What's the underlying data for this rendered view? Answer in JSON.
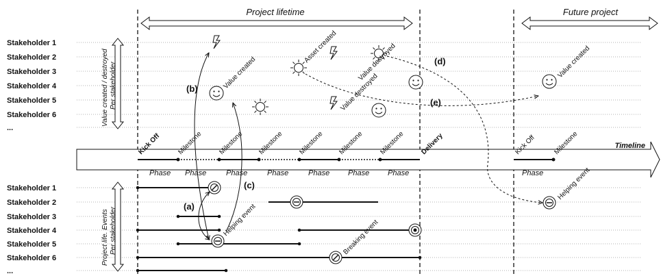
{
  "top_labels": {
    "project_lifetime": "Project lifetime",
    "future_project": "Future project",
    "side_top_1": "Value created / destroyed",
    "side_top_2": "Per stakeholder",
    "side_bottom_1": "Project life. Events",
    "side_bottom_2": "Per stakeholder"
  },
  "stakeholders_top": [
    "Stakeholder 1",
    "Stakeholder 2",
    "Stakeholder 3",
    "Stakeholder 4",
    "Stakeholder 5",
    "Stakeholder 6",
    "..."
  ],
  "stakeholders_bottom": [
    "Stakeholder 1",
    "Stakeholder 2",
    "Stakeholder 3",
    "Stakeholder 4",
    "Stakeholder 5",
    "Stakeholder 6",
    "..."
  ],
  "timeline": {
    "label": "Timeline",
    "kick_off": "Kick Off",
    "milestone": "Milestone",
    "delivery": "Delivery",
    "phase": "Phase",
    "future_kick_off": "Kick Off",
    "future_milestone": "Milestone"
  },
  "annotations": {
    "value_created_1": "Value created",
    "asset_created": "Asset created",
    "value_destroyed_1": "Value destroyed",
    "value_destroyed_2": "Value destroyed",
    "value_created_future": "Value created",
    "helping_event_1": "Helping event",
    "helping_event_2": "Helping event",
    "breaking_event": "Breaking event",
    "a": "(a)",
    "b": "(b)",
    "c": "(c)",
    "d": "(d)",
    "e": "(e)"
  },
  "icons": [
    "lightning-icon",
    "sun-icon",
    "smiley-icon",
    "event-circle-icon"
  ]
}
